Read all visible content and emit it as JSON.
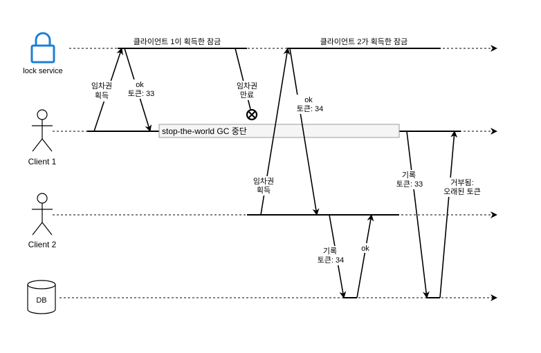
{
  "actors": {
    "lock_service": "lock service",
    "client1": "Client 1",
    "client2": "Client 2",
    "db": "DB"
  },
  "segments": {
    "lock1": "클라이언트 1이 획득한 잠금",
    "lock2": "클라이언트 2가 획득한 잠금",
    "gc_pause": "stop-the-world GC 중단"
  },
  "messages": {
    "c1_acquire_line1": "임차권",
    "c1_acquire_line2": "획득",
    "ok33_line1": "ok",
    "ok33_line2": "토큰: 33",
    "expire_line1": "임차권",
    "expire_line2": "만료",
    "c2_acquire_line1": "임차권",
    "c2_acquire_line2": "획득",
    "ok34_line1": "ok",
    "ok34_line2": "토큰: 34",
    "write34_line1": "기록",
    "write34_line2": "토큰: 34",
    "db_ok": "ok",
    "write33_line1": "기록",
    "write33_line2": "토큰: 33",
    "rejected_line1": "거부됨:",
    "rejected_line2": "오래된 토큰"
  },
  "colors": {
    "lock_icon": "#1c7ed6",
    "line": "#000000",
    "gc_fill": "#f5f5f5",
    "gc_border": "#999999"
  }
}
